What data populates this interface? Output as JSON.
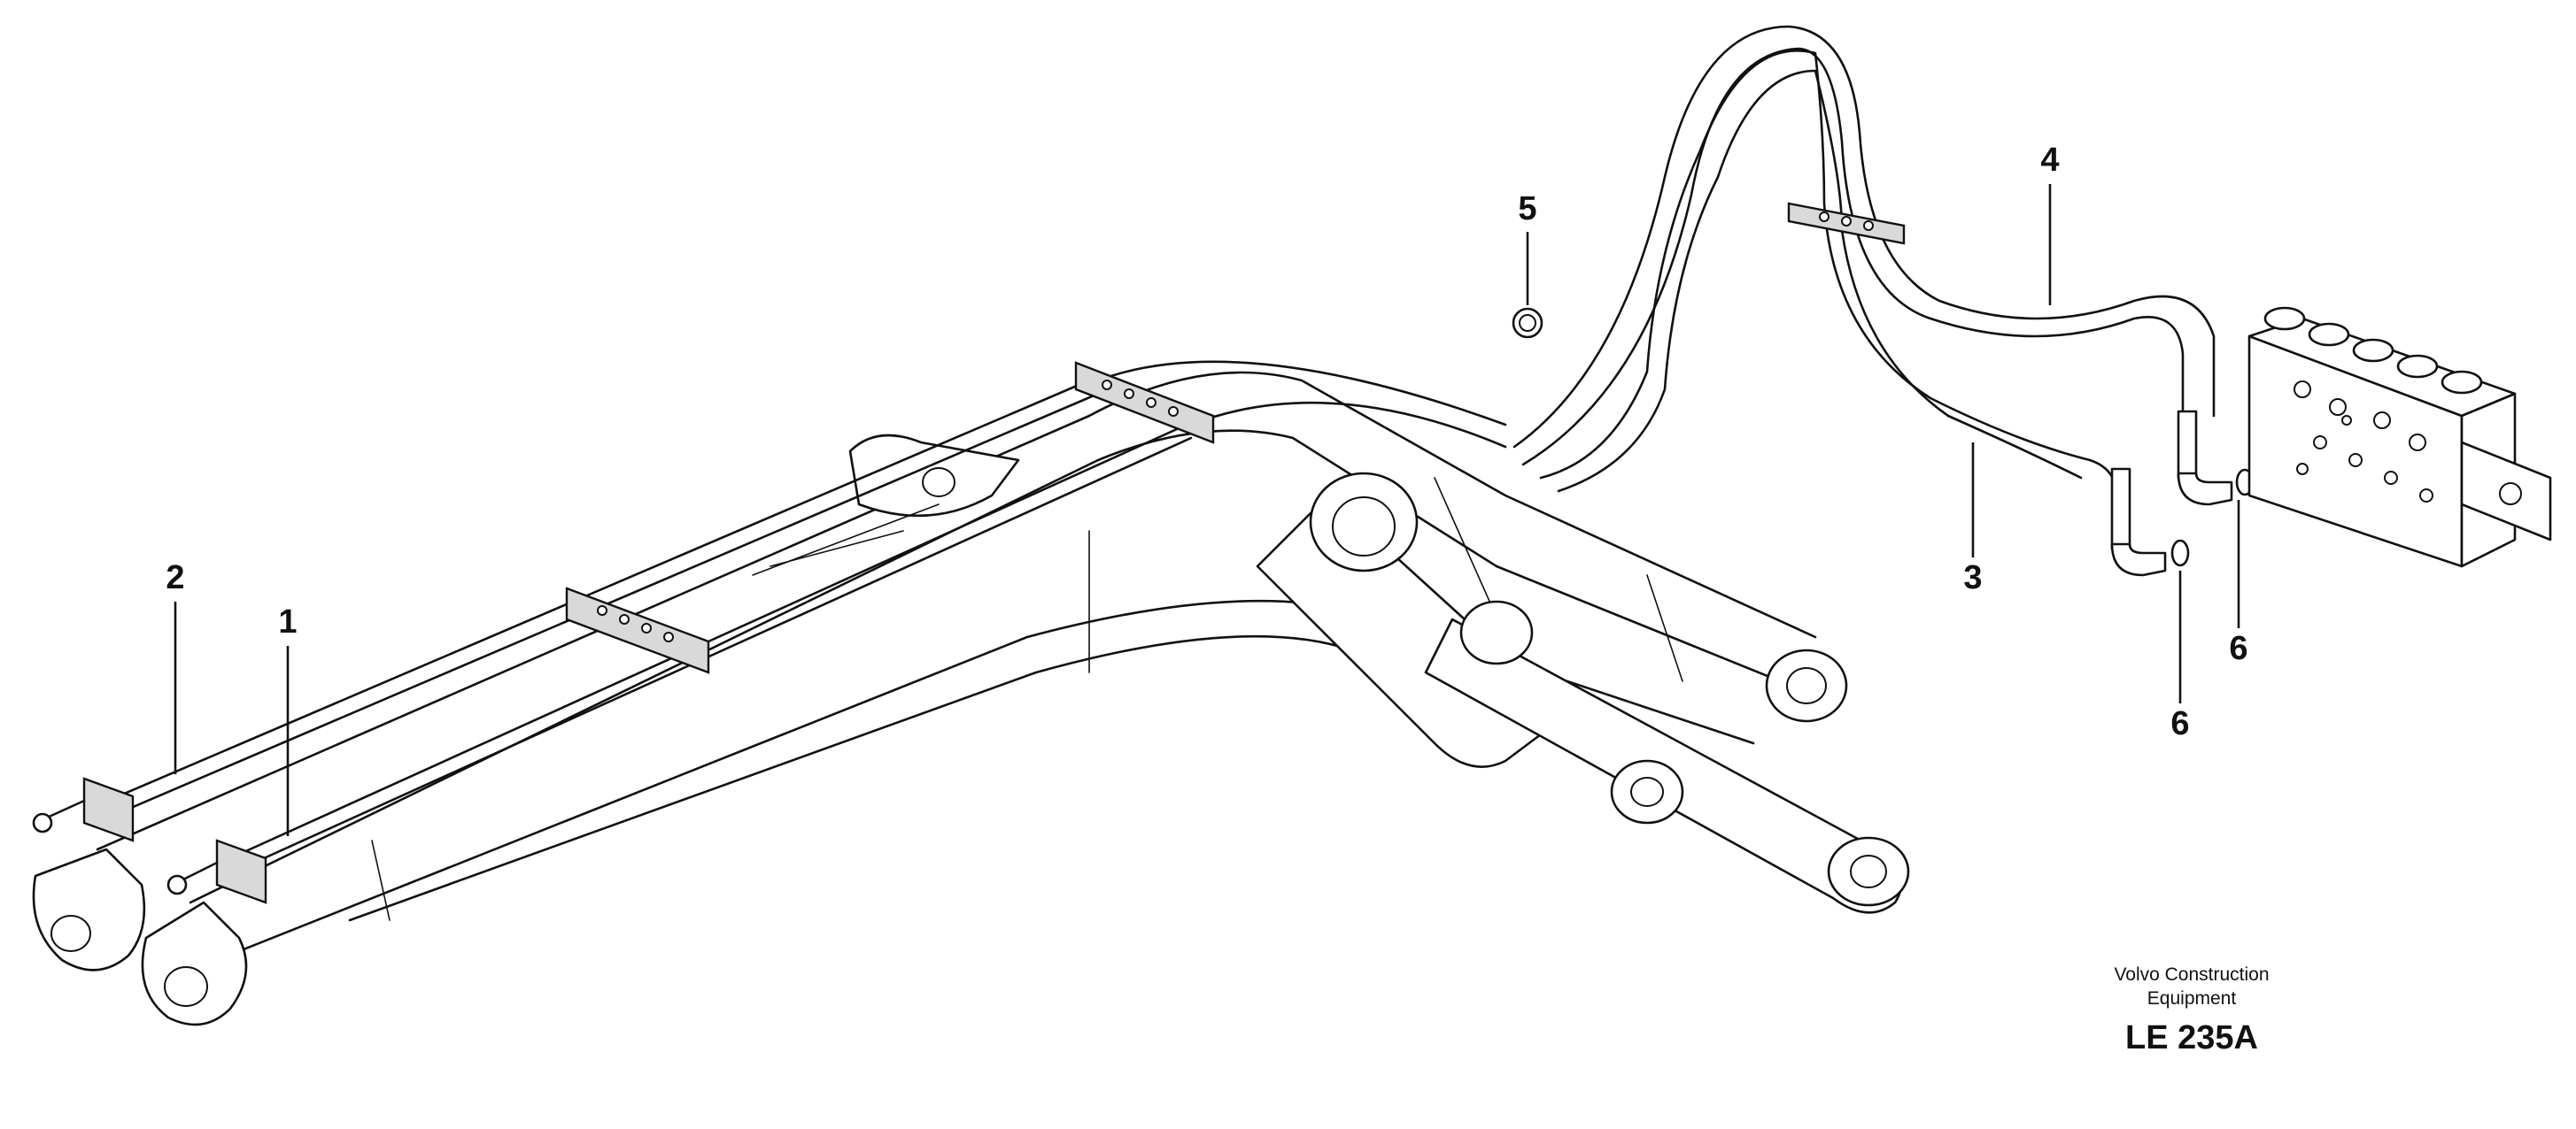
{
  "callouts": {
    "c1": "1",
    "c2": "2",
    "c3": "3",
    "c4": "4",
    "c5": "5",
    "c6a": "6",
    "c6b": "6"
  },
  "footer": {
    "brand_line1": "Volvo Construction",
    "brand_line2": "Equipment",
    "code": "LE 235A"
  }
}
